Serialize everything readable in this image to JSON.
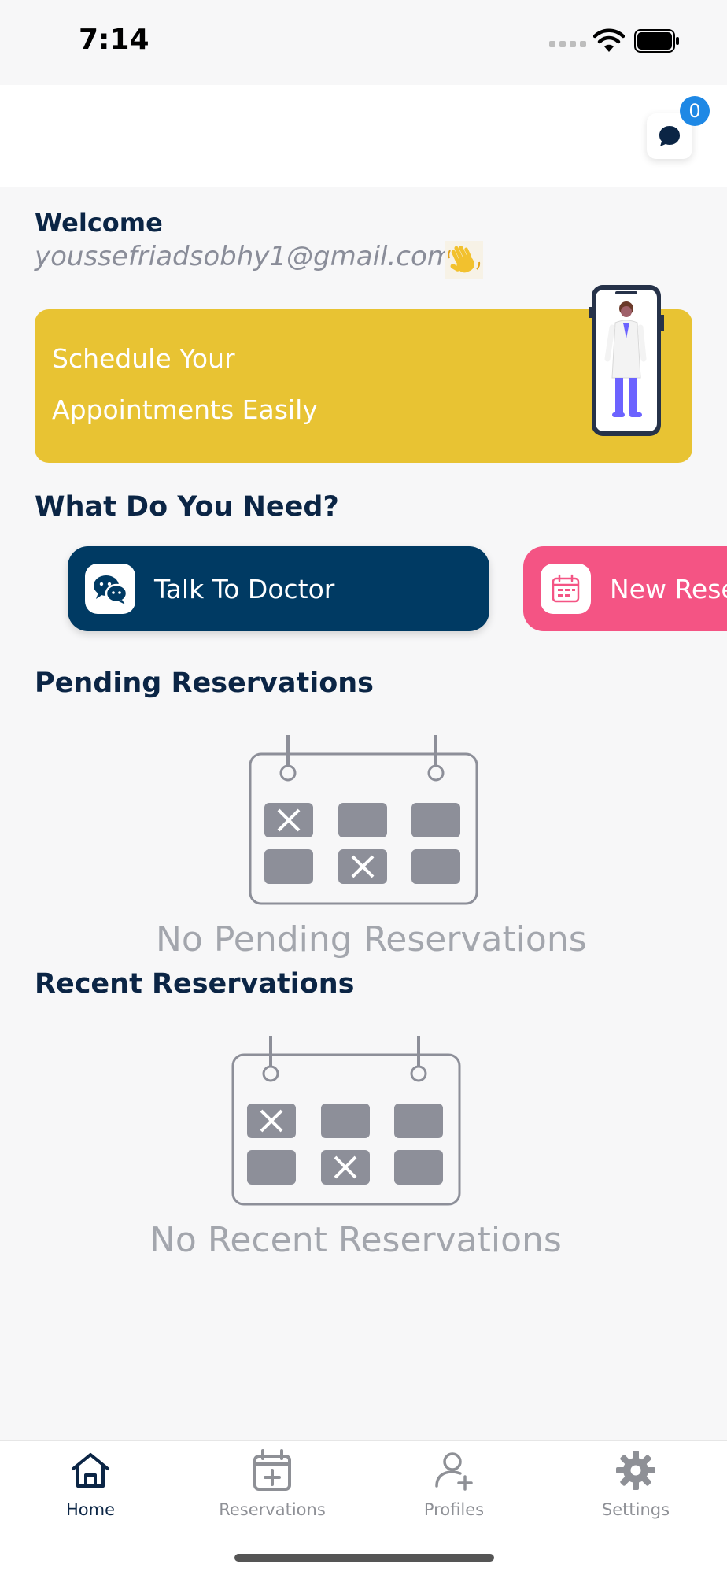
{
  "status_bar": {
    "time": "7:14"
  },
  "header": {
    "notification_count": "0"
  },
  "welcome": {
    "label": "Welcome",
    "email": "youssefriadsobhy1@gmail.com"
  },
  "banner": {
    "line1": "Schedule Your",
    "line2": "Appointments Easily",
    "color": "#e8c333"
  },
  "needs": {
    "title": "What Do You Need?",
    "actions": [
      {
        "label": "Talk To Doctor",
        "icon": "chat-bubbles-icon",
        "color": "#003a63"
      },
      {
        "label": "New Rese",
        "icon": "calendar-icon",
        "color": "#f45484"
      }
    ]
  },
  "pending": {
    "title": "Pending Reservations",
    "empty_text": "No Pending Reservations"
  },
  "recent": {
    "title": "Recent Reservations",
    "empty_text": "No Recent Reservations"
  },
  "bottom_nav": {
    "items": [
      {
        "label": "Home",
        "icon": "home-icon",
        "active": true
      },
      {
        "label": "Reservations",
        "icon": "calendar-plus-icon",
        "active": false
      },
      {
        "label": "Profiles",
        "icon": "user-add-icon",
        "active": false
      },
      {
        "label": "Settings",
        "icon": "gear-icon",
        "active": false
      }
    ]
  }
}
